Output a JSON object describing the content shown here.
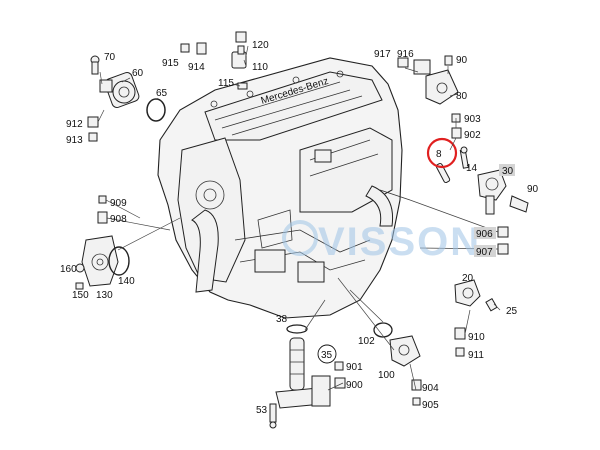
{
  "watermark": {
    "text": "VISSON",
    "color": "#9fc4e6"
  },
  "engine_logo_text": "Mercedes-Benz",
  "highlight_color": "#e02020",
  "callouts": {
    "p70": "70",
    "p60": "60",
    "p65": "65",
    "p912": "912",
    "p913": "913",
    "p120": "120",
    "p915": "915",
    "p914": "914",
    "p110": "110",
    "p115": "115",
    "p917": "917",
    "p916": "916",
    "p90a": "90",
    "p80": "80",
    "p903": "903",
    "p902": "902",
    "p8": "8",
    "p14": "14",
    "p30": "30",
    "p90b": "90",
    "p906": "906",
    "p907": "907",
    "p909": "909",
    "p908": "908",
    "p160": "160",
    "p150": "150",
    "p130": "130",
    "p140": "140",
    "p20": "20",
    "p25": "25",
    "p910": "910",
    "p911": "911",
    "p38": "38",
    "p35": "35",
    "p102": "102",
    "p901": "901",
    "p900": "900",
    "p100": "100",
    "p904": "904",
    "p905": "905",
    "p53": "53"
  }
}
